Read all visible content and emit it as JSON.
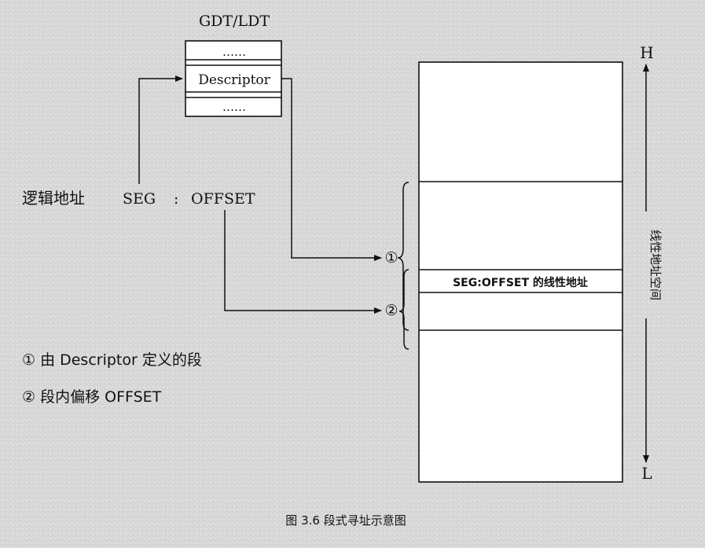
{
  "table": {
    "title": "GDT/LDT",
    "dots_top": "……",
    "descriptor": "Descriptor",
    "dots_bottom": "……"
  },
  "logical_address": {
    "label": "逻辑地址",
    "seg": "SEG",
    "colon": ":",
    "offset": "OFFSET"
  },
  "markers": {
    "one": "①",
    "two": "②"
  },
  "notes": {
    "note1": "① 由 Descriptor 定义的段",
    "note2": "② 段内偏移 OFFSET"
  },
  "linear_space": {
    "top": "H",
    "bottom": "L",
    "axis_label": "线性地址空间",
    "highlight": "SEG:OFFSET 的线性地址"
  },
  "caption": "图 3.6  段式寻址示意图",
  "colors": {
    "ink": "#111111",
    "paper": "#d9d9d9",
    "box_fill": "#ffffff"
  }
}
